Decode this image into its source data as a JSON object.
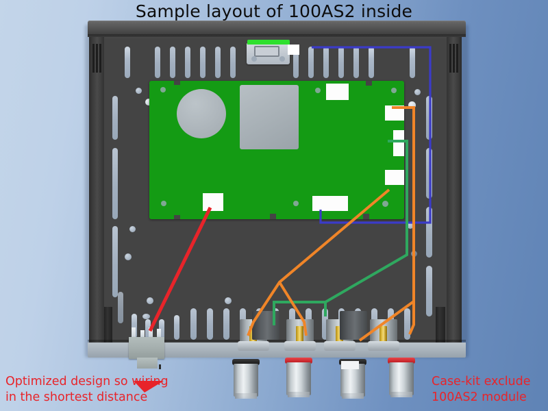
{
  "title": "Sample layout of 100AS2 inside",
  "annotations": {
    "left": {
      "line1": "Optimized design so wiring",
      "line2": "in the shortest distance",
      "color": "#e8242a"
    },
    "right": {
      "line1": "Case-kit exclude",
      "line2": "100AS2 module",
      "color": "#e8242a"
    }
  },
  "background": {
    "left_color": "#c3d5e9",
    "right_color": "#5f83b5"
  },
  "chassis": {
    "label": "amplifier-case-interior",
    "body_color": "#444444",
    "lip_color": "#5c5c5c",
    "bottom_plate_color": "#aab4bd"
  },
  "pcb": {
    "label": "100AS2 amplifier module",
    "color": "#149b14",
    "pad_color": "#ffffff",
    "circle_component": "toroid-capacitor",
    "square_component": "heatsink-block"
  },
  "top_module": {
    "label": "mains inlet module",
    "accent_color": "#2ee02e",
    "body_color": "#c2c9d1"
  },
  "terminal": {
    "label": "power terminal block",
    "color": "#a3adac"
  },
  "wires": [
    {
      "name": "blue-wire",
      "color": "#3b3bc8",
      "from": "mains-inlet-module",
      "to": "pcb-bottom-pad"
    },
    {
      "name": "orange-wire",
      "color": "#f08528",
      "from": "pcb-right-pads",
      "to": "speaker-posts"
    },
    {
      "name": "green-wire",
      "color": "#2fa85f",
      "from": "pcb-middle-pad",
      "to": "speaker-posts"
    },
    {
      "name": "red-wire",
      "color": "#e8242a",
      "from": "pcb-bottom-left-pad",
      "to": "power-terminal"
    }
  ],
  "speaker_posts": [
    {
      "index": 1,
      "ring": "black",
      "ring_color": "#161616",
      "shell": "light"
    },
    {
      "index": 2,
      "ring": "red",
      "ring_color": "#b5161c",
      "shell": "light"
    },
    {
      "index": 3,
      "ring": "black",
      "ring_color": "#161616",
      "shell": "light"
    },
    {
      "index": 4,
      "ring": "red",
      "ring_color": "#b5161c",
      "shell": "light"
    }
  ]
}
